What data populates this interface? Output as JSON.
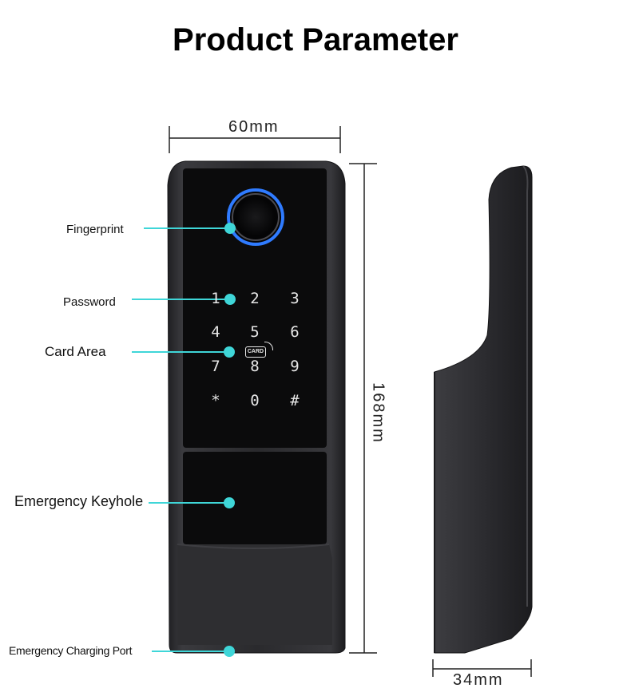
{
  "title": "Product Parameter",
  "dimensions": {
    "width": "60mm",
    "height": "168mm",
    "depth": "34mm"
  },
  "callouts": {
    "fingerprint": "Fingerprint",
    "password": "Password",
    "card_area": "Card Area",
    "emergency_keyhole": "Emergency Keyhole",
    "emergency_charging_port": "Emergency Charging Port"
  },
  "keypad": {
    "keys": [
      "1",
      "2",
      "3",
      "4",
      "5",
      "6",
      "7",
      "8",
      "9",
      "*",
      "0",
      "#"
    ],
    "card_badge": "CARD"
  },
  "colors": {
    "accent_cyan": "#3fd6d8",
    "ring_blue": "#2f7bff",
    "lock_body": "#2b2b2e",
    "panel_black": "#0b0b0c",
    "key_glyph": "#e8e8e8"
  }
}
